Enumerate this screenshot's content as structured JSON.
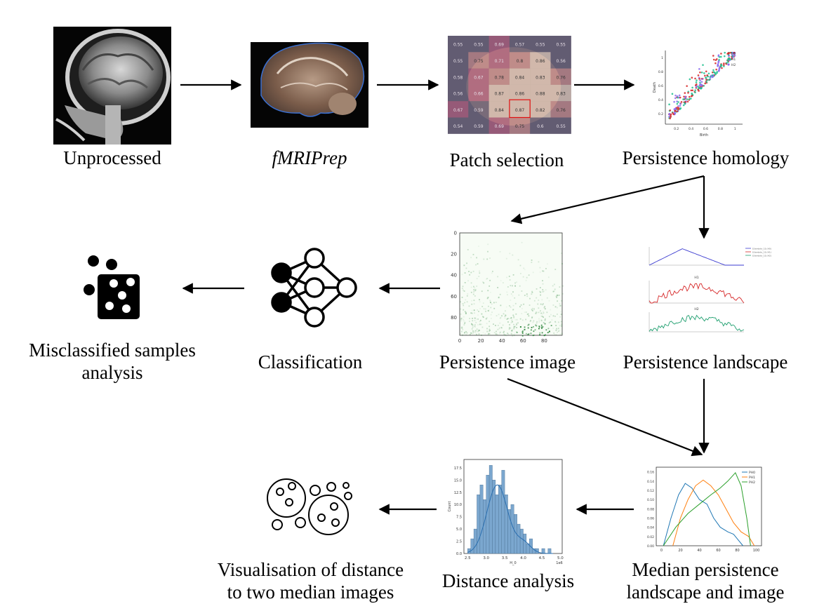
{
  "labels": {
    "unprocessed": "Unprocessed",
    "fmriprep": "fMRIPrep",
    "patch_selection": "Patch selection",
    "persistence_homology": "Persistence homology",
    "persistence_image": "Persistence image",
    "persistence_landscape": "Persistence landscape",
    "classification": "Classification",
    "misclassified_line1": "Misclassified samples",
    "misclassified_line2": "analysis",
    "median_line1": "Median persistence",
    "median_line2": "landscape and image",
    "distance_analysis": "Distance analysis",
    "visualisation_line1": "Visualisation of distance",
    "visualisation_line2": "to two median images"
  },
  "patch_grid": [
    [
      "0.55",
      "0.55",
      "0.69",
      "0.57",
      "0.55",
      "0.55"
    ],
    [
      "0.55",
      "0.75",
      "0.71",
      "0.8",
      "0.86",
      "0.56"
    ],
    [
      "0.58",
      "0.67",
      "0.78",
      "0.84",
      "0.83",
      "0.76"
    ],
    [
      "0.56",
      "0.66",
      "0.87",
      "0.86",
      "0.88",
      "0.83"
    ],
    [
      "0.67",
      "0.59",
      "0.84",
      "0.87",
      "0.82",
      "0.76"
    ],
    [
      "0.54",
      "0.59",
      "0.69",
      "0.75",
      "0.6",
      "0.55"
    ]
  ],
  "homology_plot": {
    "xlabel": "Birth",
    "ylabel": "Death",
    "legend": [
      "H0",
      "H1",
      "H2"
    ],
    "colors": [
      "#d62728",
      "#1fbf8f",
      "#8c6cf0"
    ],
    "xticks": [
      "0.2",
      "0.4",
      "0.6",
      "0.8",
      "1"
    ],
    "yticks": [
      "0.2",
      "0.4",
      "0.6",
      "0.8",
      "1"
    ]
  },
  "image_plot": {
    "xticks": [
      "0",
      "20",
      "40",
      "60",
      "80"
    ],
    "yticks": [
      "0",
      "20",
      "40",
      "60",
      "80"
    ]
  },
  "landscape_plot": {
    "titles": [
      "H1",
      "H2"
    ],
    "legend": [
      "$\\lambda_1$ (H0)",
      "$\\lambda_1$ (H1)",
      "$\\lambda_1$ (H2)"
    ],
    "colors": [
      "#3b3bd0",
      "#d62728",
      "#1f9f6f"
    ]
  },
  "median_plot": {
    "legend": [
      "PH0",
      "PH1",
      "PH2"
    ],
    "colors": [
      "#1f77b4",
      "#ff7f0e",
      "#2ca02c"
    ],
    "xticks": [
      "0",
      "20",
      "40",
      "60",
      "80",
      "100"
    ],
    "yticks": [
      "0.00",
      "0.02",
      "0.04",
      "0.06",
      "0.08",
      "0.10",
      "0.12",
      "0.14",
      "0.16"
    ]
  },
  "histogram": {
    "xlabel": "H_0",
    "ylabel": "Count",
    "xscale": "1e6",
    "xticks": [
      "2.5",
      "3.0",
      "3.5",
      "4.0",
      "4.5",
      "5.0"
    ],
    "yticks": [
      "0.0",
      "2.5",
      "5.0",
      "7.5",
      "10.0",
      "12.5",
      "15.0",
      "17.5"
    ],
    "bar_color": "#7ba7cf",
    "line_color": "#2a6fb0",
    "bins_start": 2.5,
    "bin_width": 0.0833,
    "counts": [
      1,
      3,
      5,
      12,
      14,
      11,
      16,
      18,
      15,
      12,
      14,
      17,
      12,
      9,
      10,
      8,
      6,
      5,
      4,
      2,
      3,
      1,
      1,
      0,
      1,
      0,
      1
    ]
  }
}
